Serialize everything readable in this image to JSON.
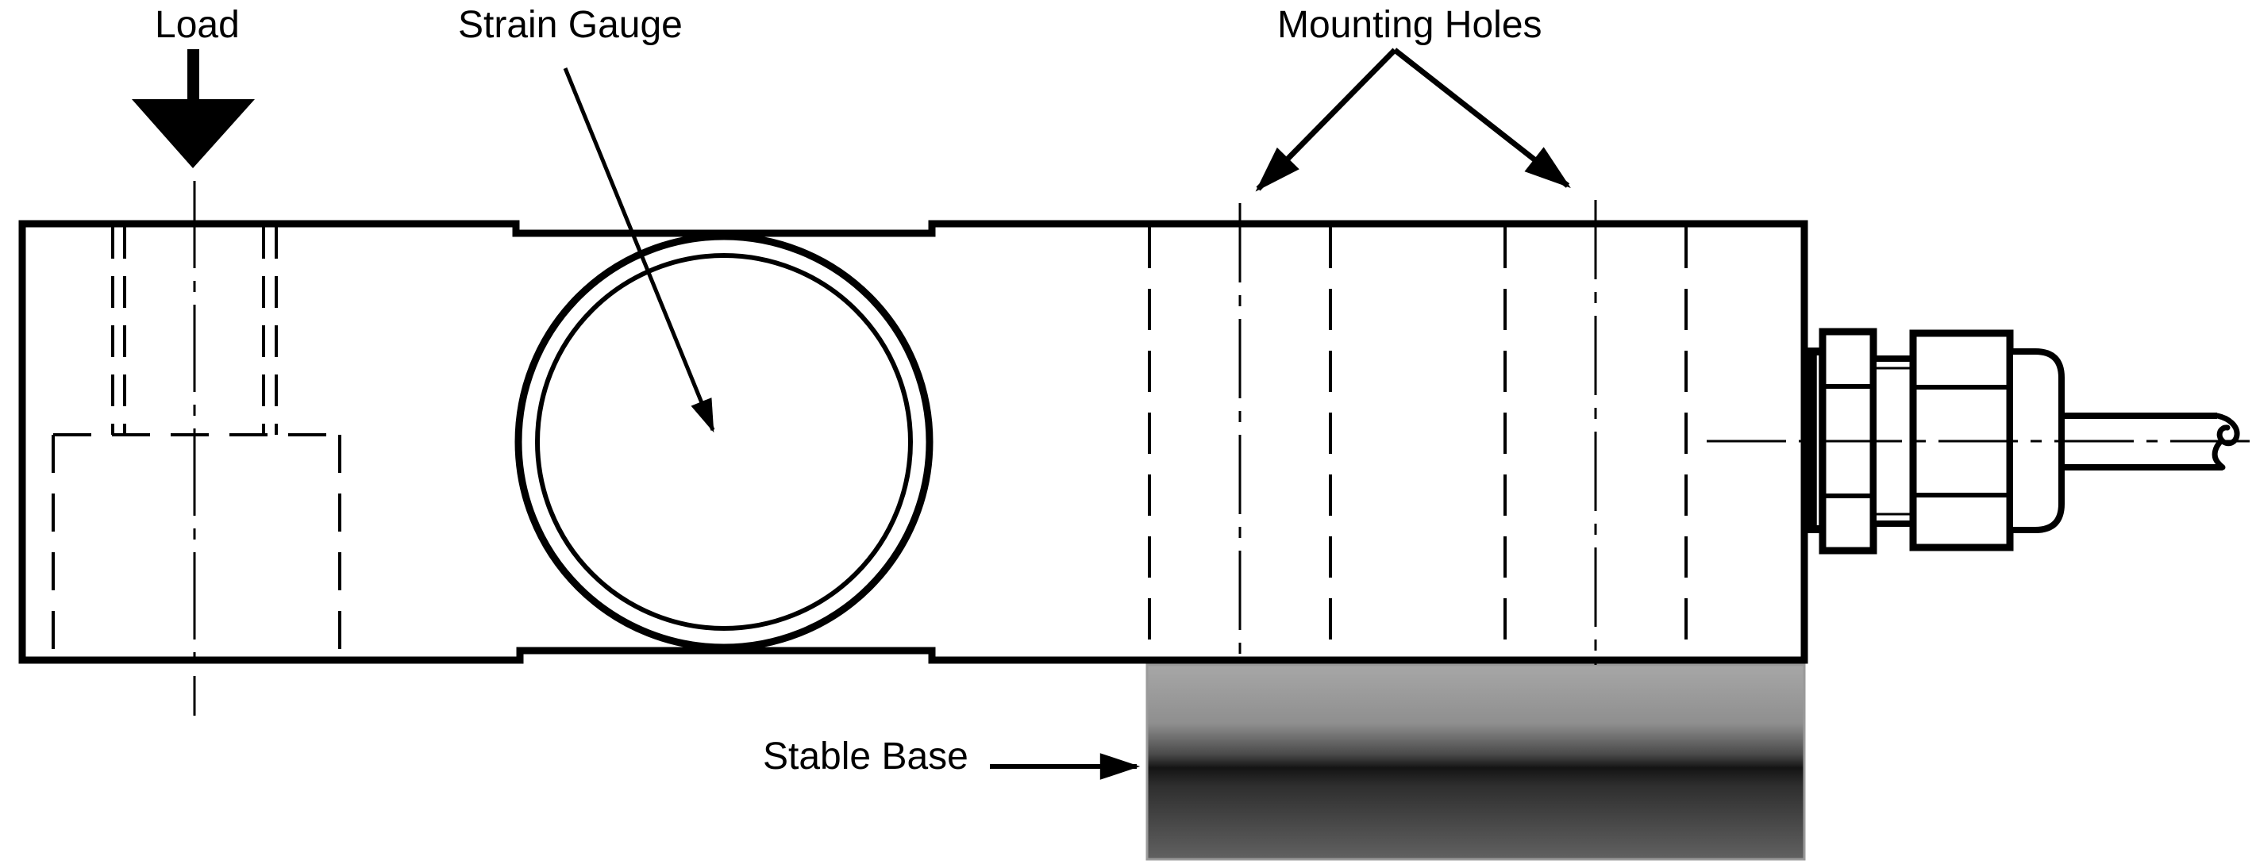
{
  "diagram": {
    "labels": {
      "load": "Load",
      "strain_gauge": "Strain Gauge",
      "mounting_holes": "Mounting Holes",
      "stable_base": "Stable Base"
    },
    "colors": {
      "line": "#000000",
      "background": "#ffffff",
      "base_border": "#9a9a9a",
      "base_gradient": [
        "#a7a7a7",
        "#8f8f8f",
        "#4a4a4a",
        "#141414",
        "#2e2e2e",
        "#616161"
      ]
    }
  }
}
